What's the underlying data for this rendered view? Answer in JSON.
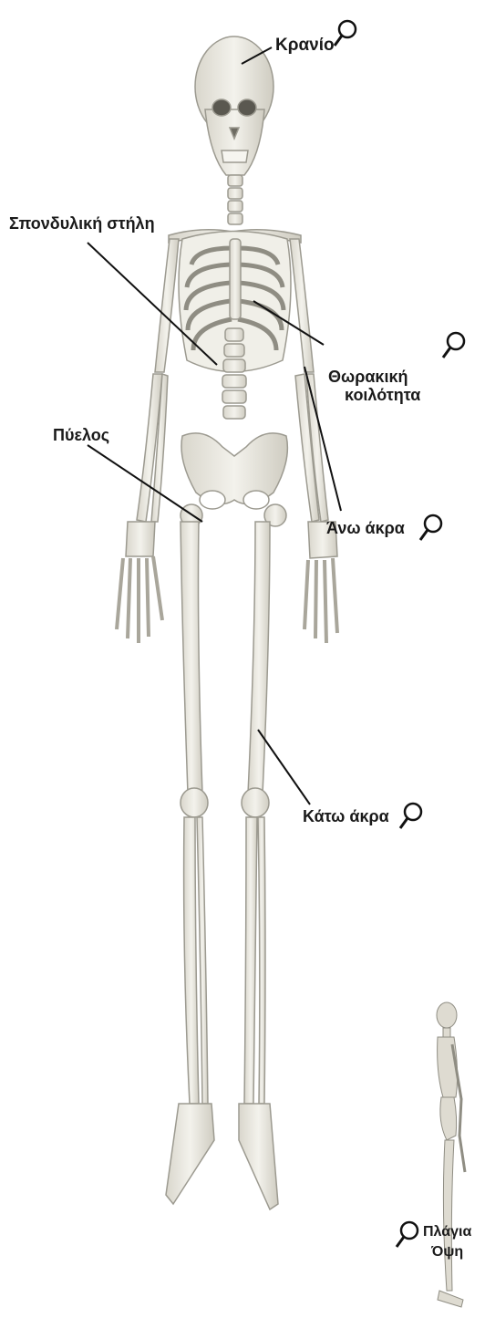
{
  "labels": {
    "skull": "Κρανίο",
    "spine": "Σπονδυλική στήλη",
    "thorax_line1": "Θωρακική",
    "thorax_line2": "κοιλότητα",
    "pelvis": "Πύελος",
    "upper_limbs": "Άνω άκρα",
    "lower_limbs": "Κάτω άκρα",
    "side_view_line1": "Πλάγια",
    "side_view_line2": "Όψη"
  },
  "icons": {
    "zoom": "magnifier-icon"
  },
  "colors": {
    "bone_fill": "#ecebe4",
    "bone_stroke": "#9c9a90",
    "bone_shade": "#c9c6bb",
    "text": "#1a1a1a"
  }
}
